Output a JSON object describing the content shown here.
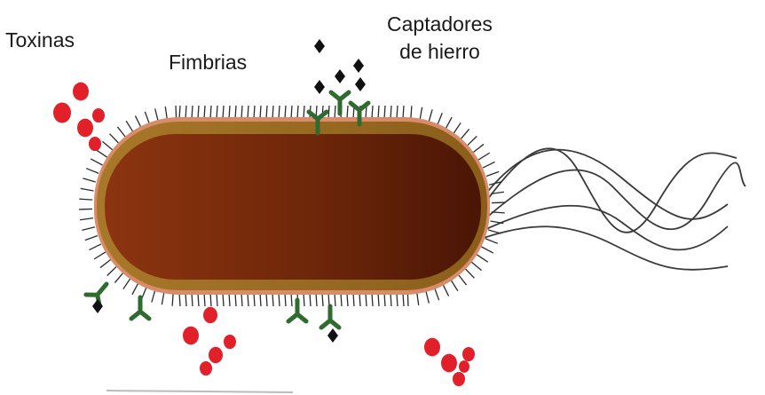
{
  "labels": {
    "toxins": "Toxinas",
    "fimbriae": "Fimbrias",
    "iron_captors_line1": "Captadores",
    "iron_captors_line2": "de hierro"
  },
  "colors": {
    "cell_body_dark": "#5a1a07",
    "cell_body_light": "#8c3410",
    "cell_wall": "#9a6a1e",
    "cell_rim": "#d98c6a",
    "fimbria_hair": "#2b2b2b",
    "receptor": "#2f6b2f",
    "iron": "#111111",
    "toxin": "#e2202a",
    "flagellum": "#3a3a3a"
  },
  "icons": [
    "toxin-dot",
    "iron-diamond",
    "receptor-y",
    "fimbria-hair",
    "flagellum"
  ]
}
